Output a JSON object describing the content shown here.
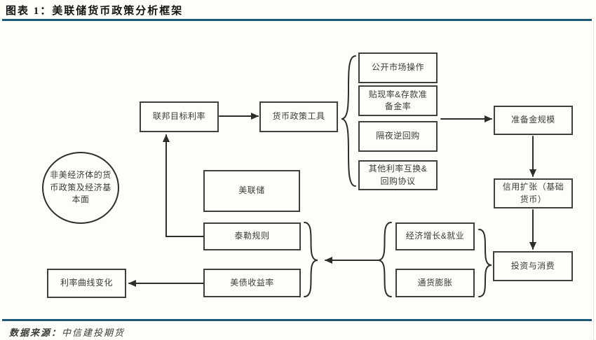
{
  "header": {
    "title": "图表 1：美联储货币政策分析框架"
  },
  "footer": {
    "source_label": "数据来源：",
    "source_value": "中信建投期货"
  },
  "colors": {
    "accent_rule": "#1B5A78",
    "box_border": "#3F3F3F",
    "connector": "#2D2D2D",
    "text": "#3B3B3B"
  },
  "diagram": {
    "nodes": {
      "non_us": {
        "label": "非美经济体的货\n币政策及经济基\n本面",
        "shape": "circle"
      },
      "fed_target_rate": {
        "label": "联邦目标利率",
        "shape": "rect"
      },
      "policy_tools": {
        "label": "货币政策工具",
        "shape": "rect"
      },
      "open_market": {
        "label": "公开市场操作",
        "shape": "rect"
      },
      "discount_reserve": {
        "label": "贴现率&存款准\n备金率",
        "shape": "rect"
      },
      "overnight_rrp": {
        "label": "隔夜逆回购",
        "shape": "rect"
      },
      "other_swap_repo": {
        "label": "其他利率互换&\n回购协议",
        "shape": "rect"
      },
      "reserve_scale": {
        "label": "准备金规模",
        "shape": "rect"
      },
      "credit_expansion": {
        "label": "信用扩张（基础\n货币）",
        "shape": "rect"
      },
      "fed": {
        "label": "美联储",
        "shape": "rect"
      },
      "taylor_rule": {
        "label": "泰勒规则",
        "shape": "rect"
      },
      "treasury_yield": {
        "label": "美债收益率",
        "shape": "rect"
      },
      "growth_employment": {
        "label": "经济增长&就业",
        "shape": "rect"
      },
      "inflation": {
        "label": "通货膨胀",
        "shape": "rect"
      },
      "investment_consumption": {
        "label": "投资与消费",
        "shape": "rect"
      },
      "yield_curve": {
        "label": "利率曲线变化",
        "shape": "rect"
      }
    },
    "edges": [
      {
        "from": "fed_target_rate",
        "to": "policy_tools",
        "type": "arrow"
      },
      {
        "from": "policy_tools",
        "to": "tools_group",
        "type": "brace"
      },
      {
        "from": "tools_group",
        "to": "reserve_scale",
        "type": "arrow"
      },
      {
        "from": "reserve_scale",
        "to": "credit_expansion",
        "type": "arrow"
      },
      {
        "from": "credit_expansion",
        "to": "investment_consumption",
        "type": "arrow"
      },
      {
        "from": "taylor_rule",
        "to": "fed_target_rate",
        "type": "arrow"
      },
      {
        "from": "macro_group(growth_employment,inflation)",
        "to": "rule_group(taylor_rule,treasury_yield)",
        "type": "arrow"
      },
      {
        "from": "macro_group(growth_employment,inflation)",
        "to": "investment_consumption",
        "type": "brace"
      },
      {
        "from": "treasury_yield",
        "to": "yield_curve",
        "type": "arrow"
      }
    ]
  }
}
